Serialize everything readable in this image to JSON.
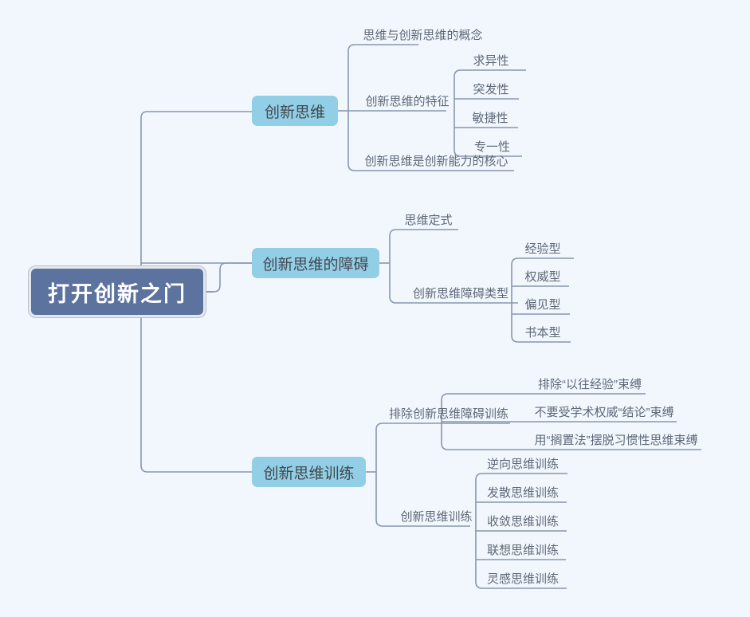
{
  "colors": {
    "background": "#f2f7fd",
    "root_fill": "#5c729f",
    "root_text": "#ffffff",
    "root_border": "#e3e7ee",
    "branch_fill": "#92cfe6",
    "branch_text": "#41474f",
    "leaf_text": "#5d6877",
    "connector": "#8897ad"
  },
  "mindmap": {
    "root": {
      "label": "打开创新之门"
    },
    "branches": [
      {
        "label": "创新思维",
        "children": [
          {
            "label": "思维与创新思维的概念",
            "children": []
          },
          {
            "label": "创新思维的特征",
            "children": [
              {
                "label": "求异性"
              },
              {
                "label": "突发性"
              },
              {
                "label": "敏捷性"
              },
              {
                "label": "专一性"
              }
            ]
          },
          {
            "label": "创新思维是创新能力的核心",
            "children": []
          }
        ]
      },
      {
        "label": "创新思维的障碍",
        "children": [
          {
            "label": "思维定式",
            "children": []
          },
          {
            "label": "创新思维障碍类型",
            "children": [
              {
                "label": "经验型"
              },
              {
                "label": "权威型"
              },
              {
                "label": "偏见型"
              },
              {
                "label": "书本型"
              }
            ]
          }
        ]
      },
      {
        "label": "创新思维训练",
        "children": [
          {
            "label": "排除创新思维障碍训练",
            "children": [
              {
                "label": "排除“以往经验”束缚"
              },
              {
                "label": "不要受学术权威“结论”束缚"
              },
              {
                "label": "用“搁置法”摆脱习惯性思维束缚"
              }
            ]
          },
          {
            "label": "创新思维训练",
            "children": [
              {
                "label": "逆向思维训练"
              },
              {
                "label": "发散思维训练"
              },
              {
                "label": "收敛思维训练"
              },
              {
                "label": "联想思维训练"
              },
              {
                "label": "灵感思维训练"
              }
            ]
          }
        ]
      }
    ]
  }
}
